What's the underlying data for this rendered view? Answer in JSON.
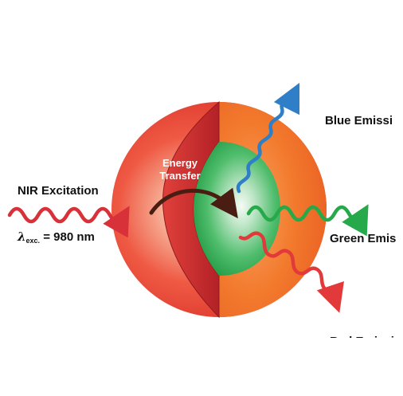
{
  "labels": {
    "nir_excitation": "NIR Excitation",
    "lambda_symbol": "λ",
    "lambda_subscript": "exc.",
    "lambda_value": " = 980 nm",
    "energy_transfer_line1": "Energy",
    "energy_transfer_line2": "Transfer",
    "blue_emission": "Blue Emissi",
    "green_emission": "Green Emis",
    "red_emission": "Red Emissi"
  },
  "colors": {
    "outer_shell": "#ea3b2f",
    "outer_shell_light": "#fbd3c4",
    "cut_face": "#c22a2c",
    "right_shell": "#f26b28",
    "core": "#2fae53",
    "core_light": "#e4f5e7",
    "nir_wave": "#d8313a",
    "blue_wave": "#2f7fc8",
    "green_wave": "#26a94a",
    "red_wave": "#e23a3a",
    "transfer_arrow": "#4a1d12"
  }
}
